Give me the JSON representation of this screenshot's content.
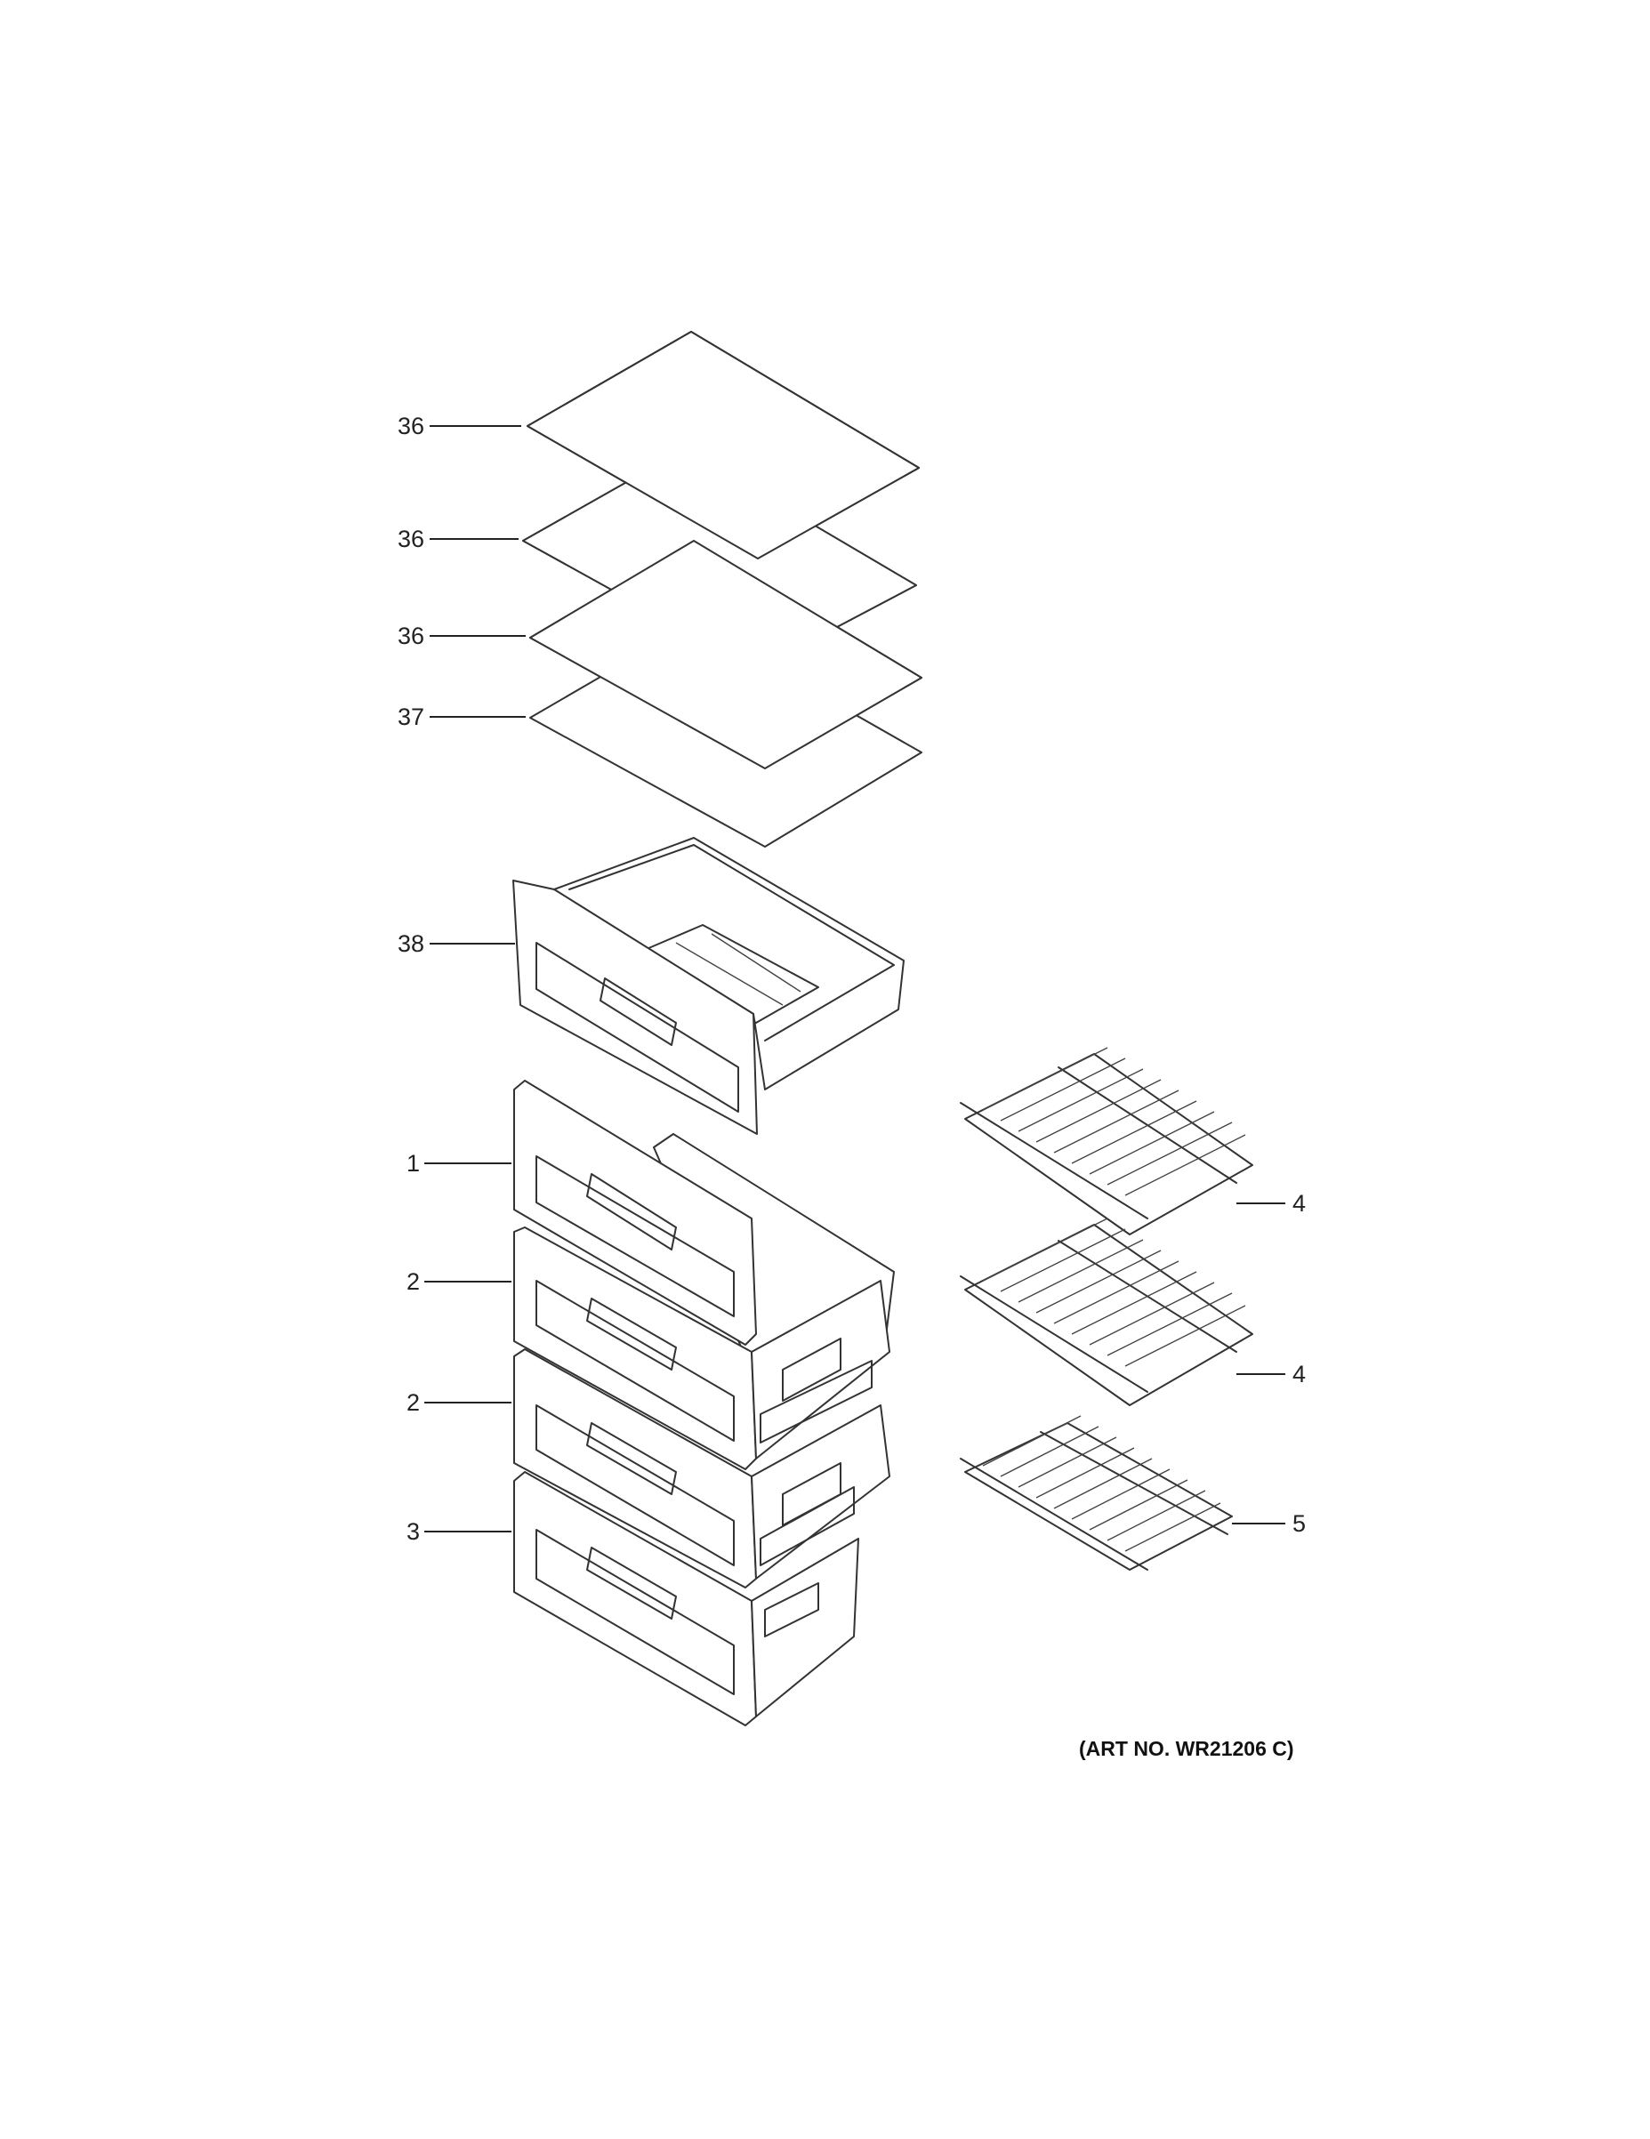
{
  "callouts": [
    {
      "id": "c36a",
      "number": "36"
    },
    {
      "id": "c36b",
      "number": "36"
    },
    {
      "id": "c36c",
      "number": "36"
    },
    {
      "id": "c37",
      "number": "37"
    },
    {
      "id": "c38",
      "number": "38"
    },
    {
      "id": "c1",
      "number": "1"
    },
    {
      "id": "c2a",
      "number": "2"
    },
    {
      "id": "c2b",
      "number": "2"
    },
    {
      "id": "c3",
      "number": "3"
    },
    {
      "id": "c4a",
      "number": "4"
    },
    {
      "id": "c4b",
      "number": "4"
    },
    {
      "id": "c5",
      "number": "5"
    }
  ],
  "art_number": "(ART NO. WR21206 C)"
}
